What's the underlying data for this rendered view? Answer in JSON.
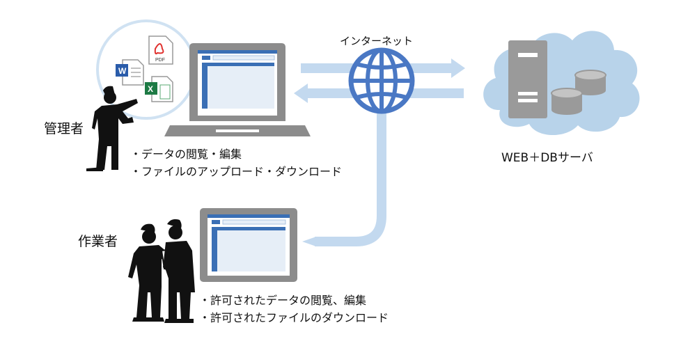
{
  "labels": {
    "internet": "インターネット",
    "server": "WEB＋DBサーバ",
    "manager_role": "管理者",
    "worker_role": "作業者"
  },
  "manager_tasks": [
    "・データの閲覧・編集",
    "・ファイルのアップロード・ダウンロード"
  ],
  "worker_tasks": [
    "・許可されたデータの閲覧、編集",
    "・許可されたファイルのダウンロード"
  ],
  "file_icons": {
    "pdf": "PDF",
    "word": "W",
    "excel": "X"
  },
  "colors": {
    "arrow": "#c3d9ef",
    "globe": "#4a78c4",
    "cloud": "#b8d3ea",
    "laptop": "#8c8c8c",
    "screen_accent": "#3a6fb5",
    "silhouette": "#111111",
    "file_circle": "#d0e2f2"
  }
}
